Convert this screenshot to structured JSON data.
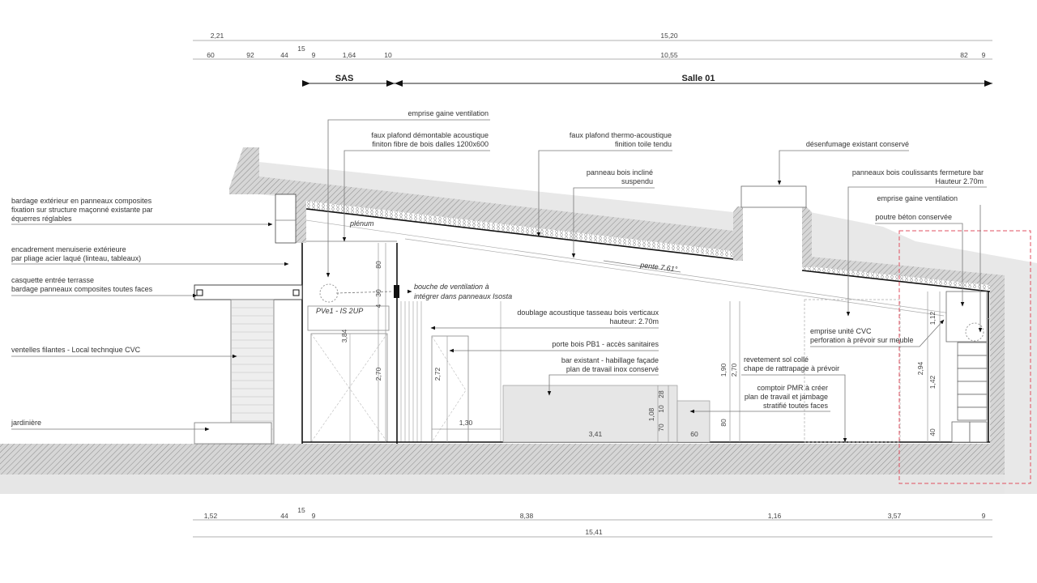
{
  "header": {
    "top_overall_dims": [
      "2,21",
      "15,20"
    ],
    "top_dims": [
      "60",
      "92",
      "44",
      "15",
      "9",
      "1,64",
      "10",
      "10,55",
      "82",
      "9"
    ],
    "zones": [
      "SAS",
      "Salle 01"
    ]
  },
  "labels_left": {
    "bardage": [
      "bardage extérieur en panneaux composites",
      "fixation sur structure maçonné existante par",
      "équerres réglables"
    ],
    "encadrement": [
      "encadrement menuiserie extérieure",
      "par pliage acier laqué (linteau, tableaux)"
    ],
    "casquette": [
      "casquette entrée terrasse",
      "bardage panneaux composites toutes faces"
    ],
    "ventelles": "ventelles filantes - Local technqiue CVC",
    "jardiniere": "jardinière"
  },
  "labels_top": {
    "gaine_ventilation": "emprise gaine ventilation",
    "faux_plafond_demontable": [
      "faux plafond démontable acoustique",
      "finiton fibre de bois dalles 1200x600"
    ],
    "faux_plafond_thermo": [
      "faux plafond thermo-acoustique",
      "finition toile tendu"
    ],
    "panneau_incline": [
      "panneau bois incliné",
      "suspendu"
    ],
    "desenfumage": "désenfumage existant conservé",
    "panneaux_coulissants": [
      "panneaux bois coulissants fermeture bar",
      "Hauteur 2.70m"
    ],
    "gaine_ventilation_right": "emprise gaine ventilation",
    "poutre": "poutre béton conservée"
  },
  "labels_interior": {
    "plenum": "plénum",
    "pente": "pente 7.61°",
    "bouche": [
      "bouche de ventilation à",
      "intégrer dans panneaux Isosta"
    ],
    "pve1": "PVe1 - IS 2UP",
    "doublage": [
      "doublage acoustique tasseau bois verticaux",
      "hauteur: 2.70m"
    ],
    "porte": "porte bois PB1 - accès sanitaires",
    "bar": [
      "bar existant - habillage façade",
      "plan de travail inox conservé"
    ],
    "cvc": [
      "emprise unité CVC",
      "perforation à prévoir sur meuble"
    ],
    "revetement": [
      "revetement sol collé",
      "chape de rattrapage à prévoir"
    ],
    "comptoir": [
      "comptoir PMR à créer",
      "plan de travail et jambage",
      "stratifié toutes faces"
    ]
  },
  "interior_dims": {
    "d384": "3,84",
    "d80a": "80",
    "d30": "30",
    "d4": "4",
    "d270a": "2,70",
    "d272": "2,72",
    "d130": "1,30",
    "d341": "3,41",
    "d108": "1,08",
    "d28": "28",
    "d10": "10",
    "d70": "70",
    "d60": "60",
    "d190": "1,90",
    "d270b": "2,70",
    "d80b": "80",
    "d112": "1,12",
    "d294": "2,94",
    "d142": "1,42",
    "d40": "40"
  },
  "footer": {
    "bottom_dims": [
      "1,52",
      "44",
      "15",
      "9",
      "8,38",
      "1,16",
      "3,57",
      "9"
    ],
    "overall": "15,41"
  },
  "colors": {
    "hatch": "#9a9a9a",
    "fill": "#e4e4e4",
    "highlight": "#e05060"
  }
}
